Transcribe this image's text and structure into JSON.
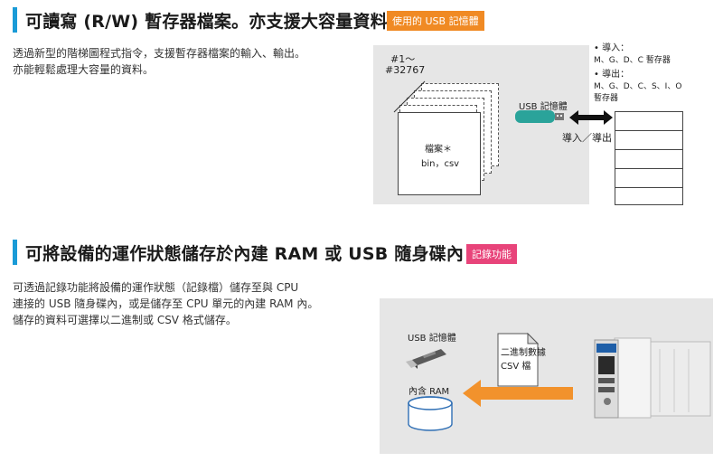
{
  "section1": {
    "title": "可讀寫 (R/W) 暫存器檔案。亦支援大容量資料",
    "tag": "使用的 USB 記憶體",
    "desc_lines": [
      "透過新型的階梯圖程式指令，支援暫存器檔案的輸入、輸出。",
      "亦能輕鬆處理大容量的資料。"
    ],
    "diagram": {
      "range_line1": "#1～",
      "range_line2": "#32767",
      "file_label": "檔案＊",
      "file_format": "bin，csv",
      "usb_label": "USB 記憶體",
      "io_label": "導入／導出",
      "notes": [
        "• 導入：",
        "M、G、D、C 暫存器",
        "• 導出：",
        "M、G、D、C、S、I、O",
        "暫存器"
      ]
    }
  },
  "section2": {
    "title": "可將設備的運作狀態儲存於內建 RAM 或 USB 隨身碟內",
    "tag": "記錄功能",
    "desc_lines": [
      "可透過記錄功能將設備的運作狀態（記錄檔）儲存至與 CPU",
      "連接的 USB 隨身碟內，或是儲存至 CPU 單元的內建 RAM 內。",
      "儲存的資料可選擇以二進制或 CSV 格式儲存。"
    ],
    "diagram": {
      "usb_label": "USB 記憶體",
      "ram_label": "內含 RAM",
      "doc_label_line1": "二進制數據",
      "doc_label_line2": "CSV 檔"
    }
  },
  "colors": {
    "accent_blue": "#1a9bd7",
    "tag_orange": "#f08a24",
    "tag_pink": "#e8447a",
    "usb_teal": "#2aa39a",
    "panel_gray": "#e6e6e6"
  }
}
